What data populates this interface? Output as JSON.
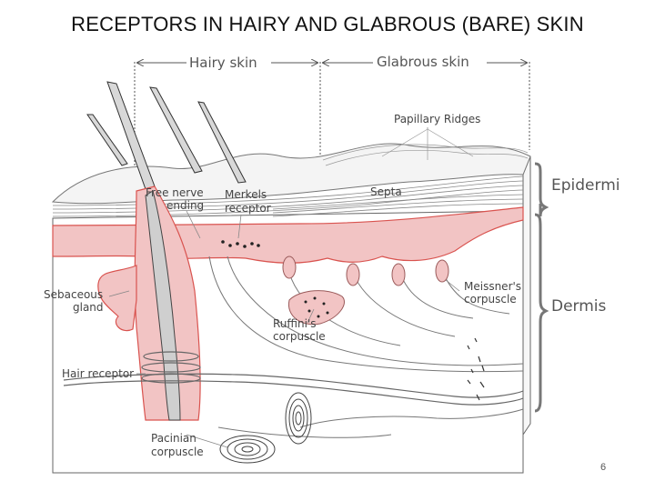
{
  "title": "RECEPTORS IN HAIRY AND GLABROUS (BARE) SKIN",
  "regions": {
    "hairy_skin": "Hairy skin",
    "glabrous_skin": "Glabrous skin"
  },
  "layers": {
    "epidermis": "Epidermi",
    "dermis": "Dermis"
  },
  "labels": {
    "papillary_ridges": "Papillary Ridges",
    "septa": "Septa",
    "free_nerve_ending_1": "Free nerve",
    "free_nerve_ending_2": "ending",
    "merkels_1": "Merkels",
    "merkels_2": "receptor",
    "sebaceous_1": "Sebaceous",
    "sebaceous_2": "gland",
    "meissner_1": "Meissner's",
    "meissner_2": "corpuscle",
    "ruffini_1": "Ruffini's",
    "ruffini_2": "corpuscle",
    "hair_receptor": "Hair receptor",
    "pacinian_1": "Pacinian",
    "pacinian_2": "corpuscle"
  },
  "page_number": "6",
  "colors": {
    "epidermis_fill": "#f2c4c4",
    "epidermis_edge": "#d9534f",
    "line": "#555555"
  }
}
